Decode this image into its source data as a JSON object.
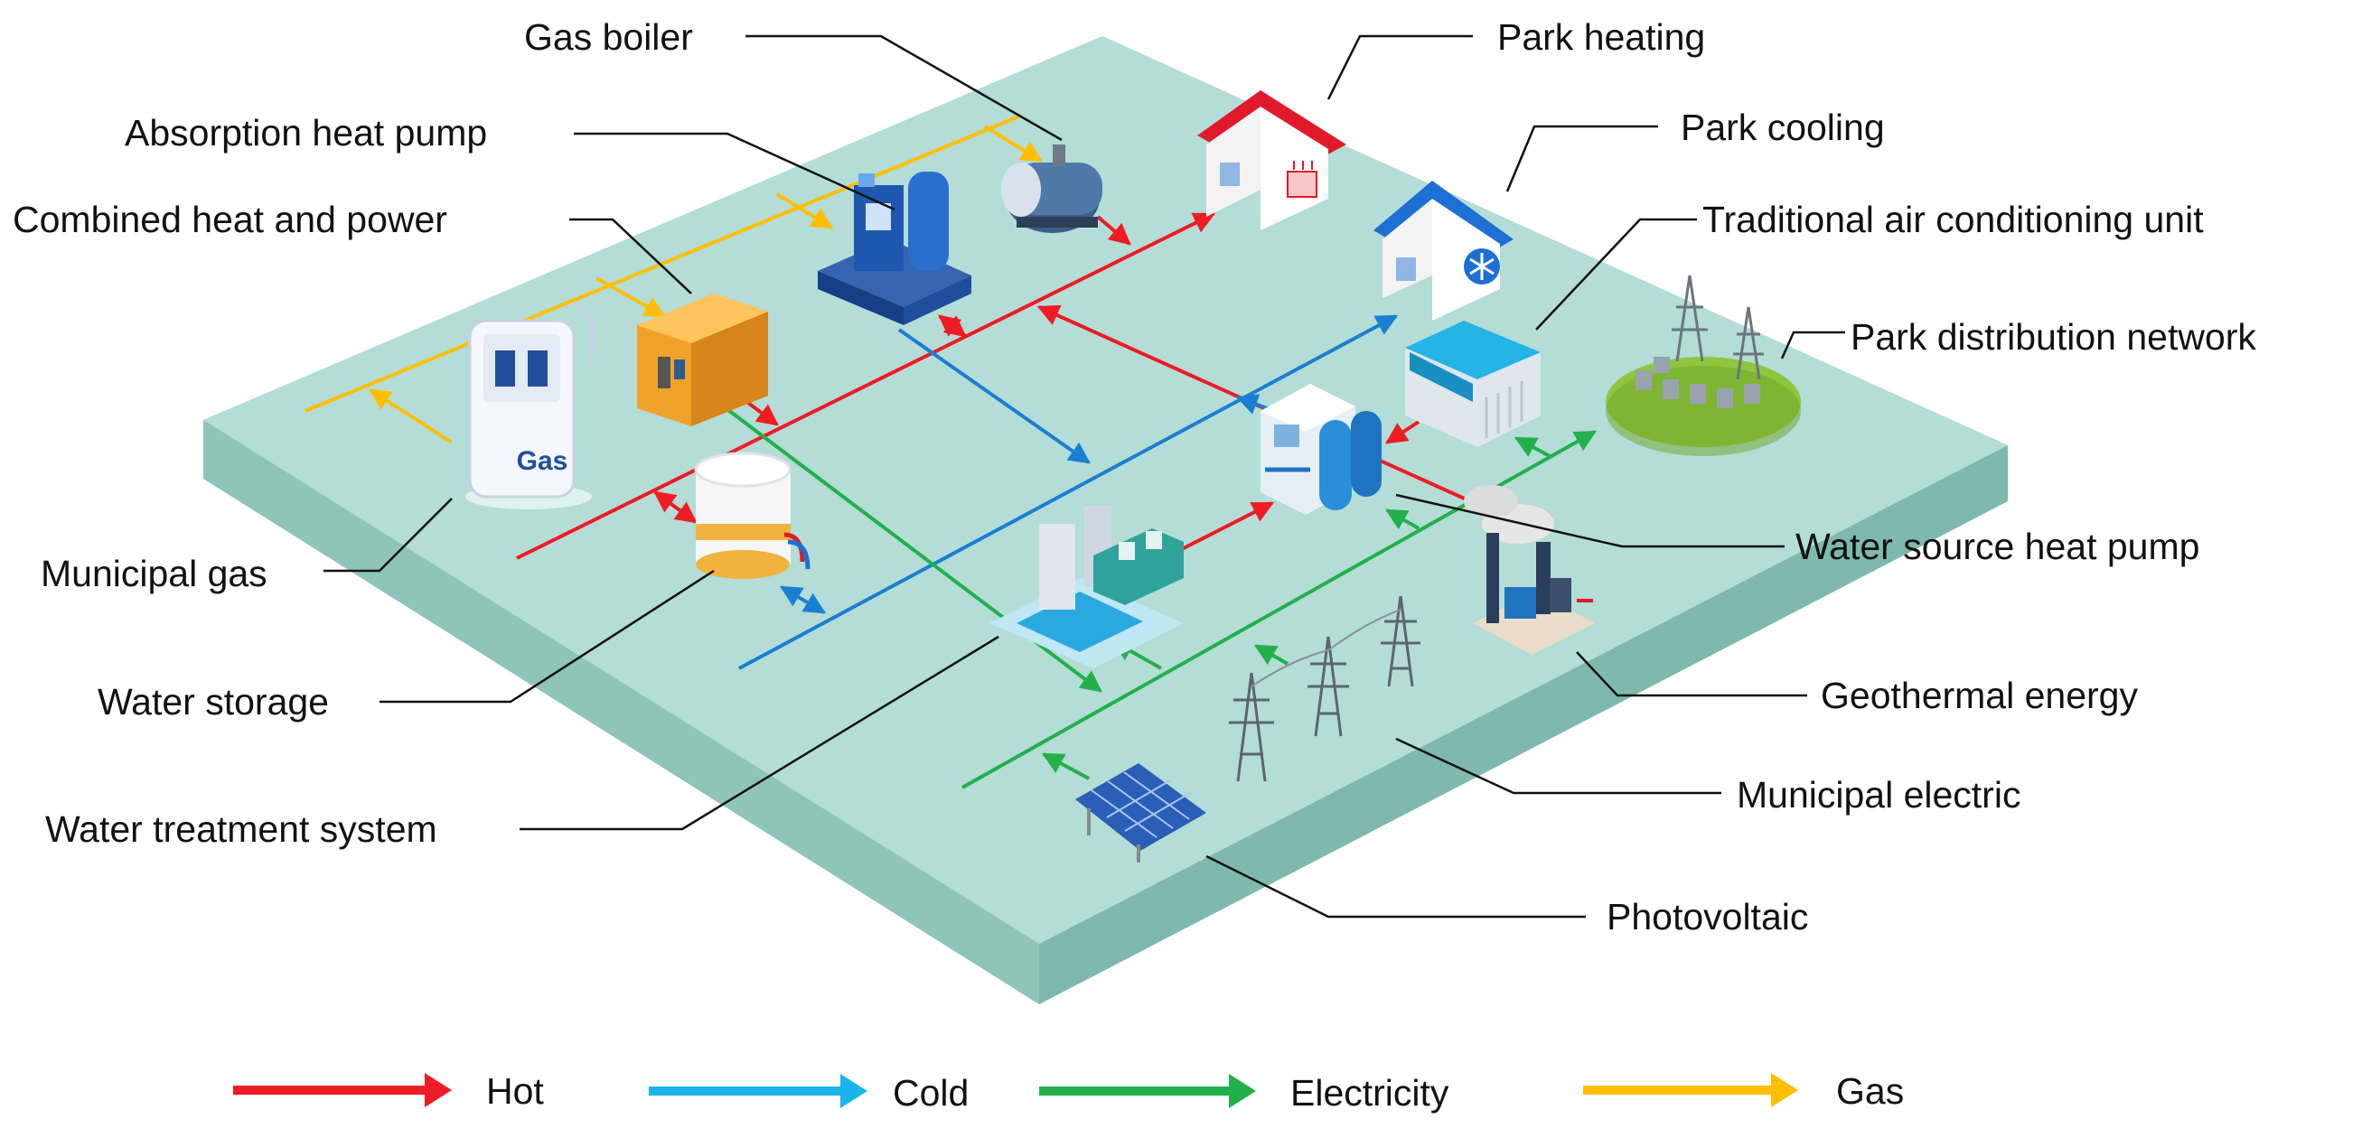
{
  "labels": {
    "gas_boiler": "Gas boiler",
    "park_heating": "Park heating",
    "absorption_heat_pump": "Absorption heat pump",
    "park_cooling": "Park cooling",
    "chp": "Combined heat and power",
    "traditional_ac": "Traditional air conditioning unit",
    "park_distribution": "Park distribution network",
    "municipal_gas": "Municipal gas",
    "water_source_heat_pump": "Water source heat pump",
    "water_storage": "Water storage",
    "geothermal": "Geothermal energy",
    "water_treatment": "Water treatment system",
    "municipal_electric": "Municipal electric",
    "photovoltaic": "Photovoltaic"
  },
  "device_text": {
    "gas_pump": "Gas"
  },
  "legend": [
    {
      "label": "Hot",
      "color": "#ee1c25"
    },
    {
      "label": "Cold",
      "color": "#1a9be0"
    },
    {
      "label": "Electricity",
      "color": "#22b04a"
    },
    {
      "label": "Gas",
      "color": "#ffbf00"
    }
  ],
  "colors": {
    "hot": "#ee1c25",
    "cold": "#1a9be0",
    "electricity": "#22b04a",
    "gas": "#ffbf00",
    "platform_top": "#b3ddd6",
    "platform_side": "#8fc4bb"
  },
  "icons": [
    "gas-pump-icon",
    "chp-unit-icon",
    "absorption-heat-pump-icon",
    "gas-boiler-icon",
    "house-heating-icon",
    "house-cooling-icon",
    "air-conditioner-icon",
    "distribution-network-icon",
    "water-tank-icon",
    "water-treatment-icon",
    "water-source-heat-pump-icon",
    "geothermal-plant-icon",
    "power-tower-icon",
    "solar-panel-icon"
  ]
}
